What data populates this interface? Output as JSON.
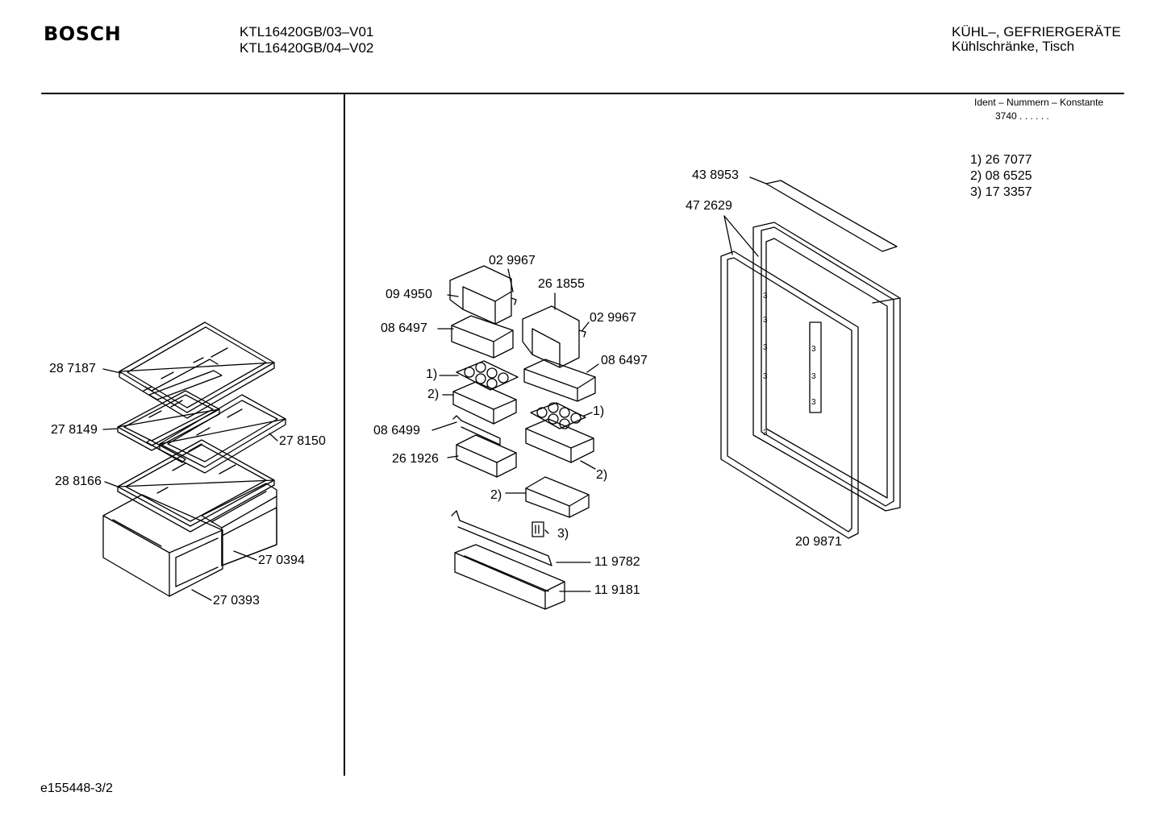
{
  "header": {
    "brand": "BOSCH",
    "models": [
      "KTL16420GB/03–V01",
      "KTL16420GB/04–V02"
    ],
    "category": [
      "KÜHL–, GEFRIERGERÄTE",
      "Kühlschränke, Tisch"
    ]
  },
  "ident": {
    "title": "Ident – Nummern – Konstante",
    "value": "3740 . .   . . . ."
  },
  "legend": [
    "1) 26 7077",
    "2) 08 6525",
    "3) 17 3357"
  ],
  "left_labels": [
    "28 7187",
    "27 8149",
    "27 8150",
    "28 8166",
    "27 0394",
    "27 0393"
  ],
  "middle_labels": [
    "02 9967",
    "09 4950",
    "26 1855",
    "08 6497",
    "02 9967",
    "08 6497",
    "1)",
    "2)",
    "1)",
    "08 6499",
    "26 1926",
    "2)",
    "2)",
    "3)",
    "11 9782",
    "11 9181"
  ],
  "right_labels": [
    "43 8953",
    "47 2629",
    "20 9871"
  ],
  "footer": "e155448-3/2"
}
